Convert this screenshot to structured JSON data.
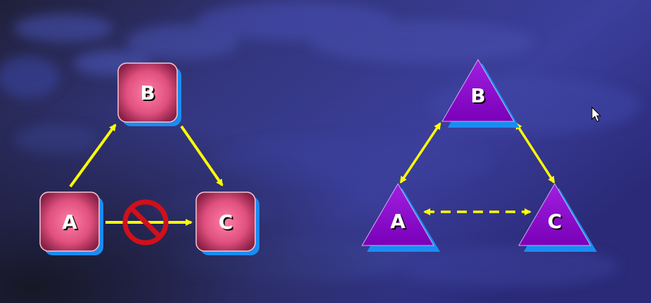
{
  "left_diagram": {
    "nodes": [
      {
        "id": "A",
        "label": "A"
      },
      {
        "id": "B",
        "label": "B"
      },
      {
        "id": "C",
        "label": "C"
      }
    ],
    "edges": [
      {
        "from": "A",
        "to": "B",
        "style": "solid"
      },
      {
        "from": "B",
        "to": "C",
        "style": "solid"
      },
      {
        "from": "A",
        "to": "C",
        "style": "solid",
        "blocked": true
      }
    ],
    "node_color": "#e0507e",
    "shadow_color": "#1a8cf0"
  },
  "right_diagram": {
    "nodes": [
      {
        "id": "A",
        "label": "A"
      },
      {
        "id": "B",
        "label": "B"
      },
      {
        "id": "C",
        "label": "C"
      }
    ],
    "edges": [
      {
        "from": "A",
        "to": "B",
        "style": "solid",
        "bidirectional": true
      },
      {
        "from": "B",
        "to": "C",
        "style": "solid",
        "bidirectional": true
      },
      {
        "from": "A",
        "to": "C",
        "style": "dashed",
        "bidirectional": true
      }
    ],
    "node_color": "#8a10c8",
    "shadow_color": "#1a8cf0"
  },
  "colors": {
    "arrow": "#ffff00",
    "prohibit": "#d0101a",
    "background_dark": "#1a1a2e",
    "background_mid": "#3a3f9a"
  },
  "icons": {
    "prohibit": "no-entry-sign-icon",
    "cursor": "mouse-pointer-icon"
  }
}
